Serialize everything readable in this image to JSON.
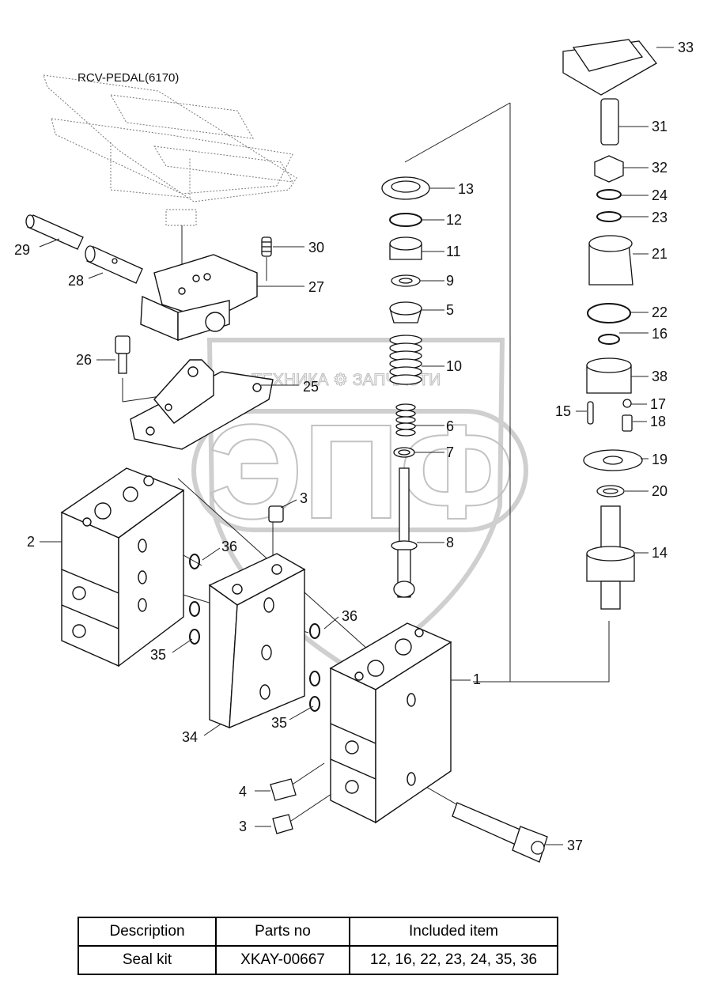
{
  "diagram": {
    "assembly_title": "RCV-PEDAL(6170)",
    "watermark": {
      "line": "ТЕХНИКА ⚙ ЗАПЧАСТИ",
      "letters": "ЭПФ"
    },
    "callouts": [
      "1",
      "2",
      "3",
      "3",
      "4",
      "5",
      "6",
      "7",
      "8",
      "9",
      "10",
      "11",
      "12",
      "13",
      "14",
      "15",
      "16",
      "17",
      "18",
      "19",
      "20",
      "21",
      "22",
      "23",
      "24",
      "25",
      "26",
      "27",
      "28",
      "29",
      "30",
      "31",
      "32",
      "33",
      "34",
      "35",
      "35",
      "36",
      "36",
      "37",
      "38"
    ]
  },
  "table": {
    "headers": [
      "Description",
      "Parts no",
      "Included item"
    ],
    "rows": [
      [
        "Seal kit",
        "XKAY-00667",
        "12, 16, 22, 23, 24, 35, 36"
      ]
    ]
  }
}
